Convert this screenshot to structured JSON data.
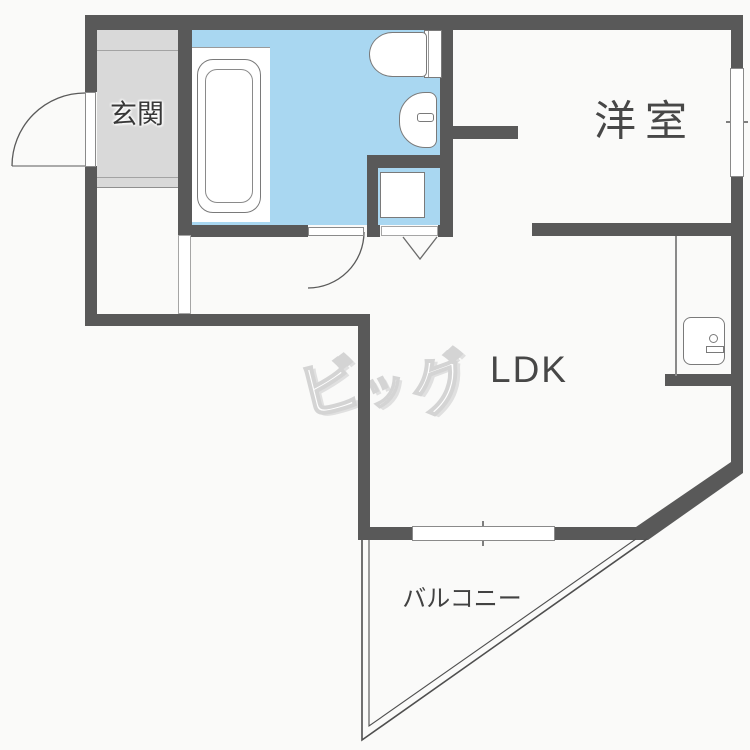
{
  "plan": {
    "labels": {
      "genkan": "玄関",
      "western_room": "洋室",
      "ldk": "LDK",
      "balcony": "バルコニー"
    },
    "watermark": {
      "text": "ビッグ",
      "chars": [
        "ビ",
        "ッ",
        "グ"
      ]
    },
    "colors": {
      "wall": "#595959",
      "bathroom_floor": "#a9d7f1",
      "genkan_floor": "#d9d9d9",
      "background": "#fafaf9",
      "fixture_outline": "#7a7a7a",
      "label_text": "#3f3f3f",
      "watermark_gray": "#d4d4d4"
    },
    "fixtures": {
      "bathtub": "bathtub-icon",
      "toilet": "toilet-icon",
      "washbasin": "washbasin-icon",
      "washing_machine_pan": "washing-machine-pan-icon",
      "kitchen_sink": "kitchen-sink-icon"
    },
    "symbols": {
      "entrance_door": "swing-door",
      "washroom_door": "swing-door",
      "alcove_door": "folding-door",
      "windows": 2,
      "wall_opening": "opening"
    }
  }
}
